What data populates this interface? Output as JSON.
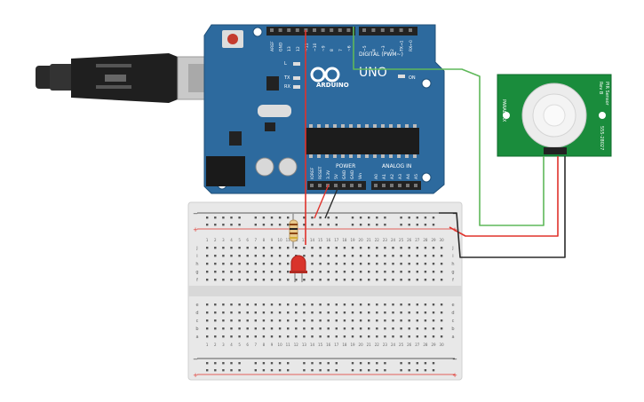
{
  "arduino": {
    "brand": "ARDUINO",
    "model": "UNO",
    "digital_header_label": "DIGITAL (PWM~)",
    "power_label": "POWER",
    "analog_label": "ANALOG IN",
    "on_led_label": "ON",
    "led_labels": [
      "L",
      "TX",
      "RX"
    ],
    "digital_pins": [
      "AREF",
      "GND",
      "13",
      "12",
      "~11",
      "~10",
      "~9",
      "8",
      "7",
      "~6",
      "~5",
      "4",
      "~3",
      "2",
      "TX→1",
      "RX←0"
    ],
    "power_pins": [
      "IOREF",
      "RESET",
      "3.3V",
      "5V",
      "GND",
      "GND",
      "Vin"
    ],
    "analog_pins": [
      "A0",
      "A1",
      "A2",
      "A3",
      "A4",
      "A5"
    ]
  },
  "sensor": {
    "name": "PIR Sensor",
    "rev": "Rev B",
    "part": "555-28027",
    "maker": "PARALLAX"
  },
  "breadboard": {
    "columns": [
      "1",
      "2",
      "3",
      "4",
      "5",
      "6",
      "7",
      "8",
      "9",
      "10",
      "11",
      "12",
      "13",
      "14",
      "15",
      "16",
      "17",
      "18",
      "19",
      "20",
      "21",
      "22",
      "23",
      "24",
      "25",
      "26",
      "27",
      "28",
      "29",
      "30"
    ],
    "rows_top": [
      "j",
      "i",
      "h",
      "g",
      "f"
    ],
    "rows_bottom": [
      "e",
      "d",
      "c",
      "b",
      "a"
    ],
    "rail_minus": "−",
    "rail_plus": "+"
  },
  "colors": {
    "board": "#2d6a9e",
    "sensor_pcb": "#1a8c3c",
    "wire_red": "#e0322b",
    "wire_black": "#2b2b2b",
    "wire_green": "#5fb85a",
    "led_red": "#d9342b"
  }
}
